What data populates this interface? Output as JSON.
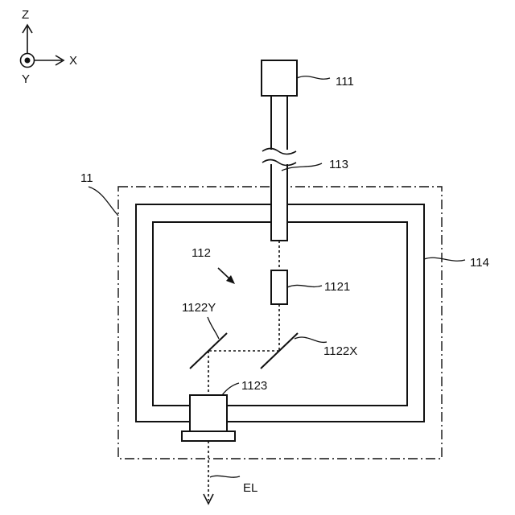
{
  "axes": {
    "z": "Z",
    "x": "X",
    "y": "Y"
  },
  "labels": {
    "source_box": "111",
    "fiber": "113",
    "system": "11",
    "optics": "112",
    "element_1121": "1121",
    "mirror_y": "1122Y",
    "mirror_x": "1122X",
    "head": "1123",
    "housing": "114",
    "beam": "EL"
  }
}
